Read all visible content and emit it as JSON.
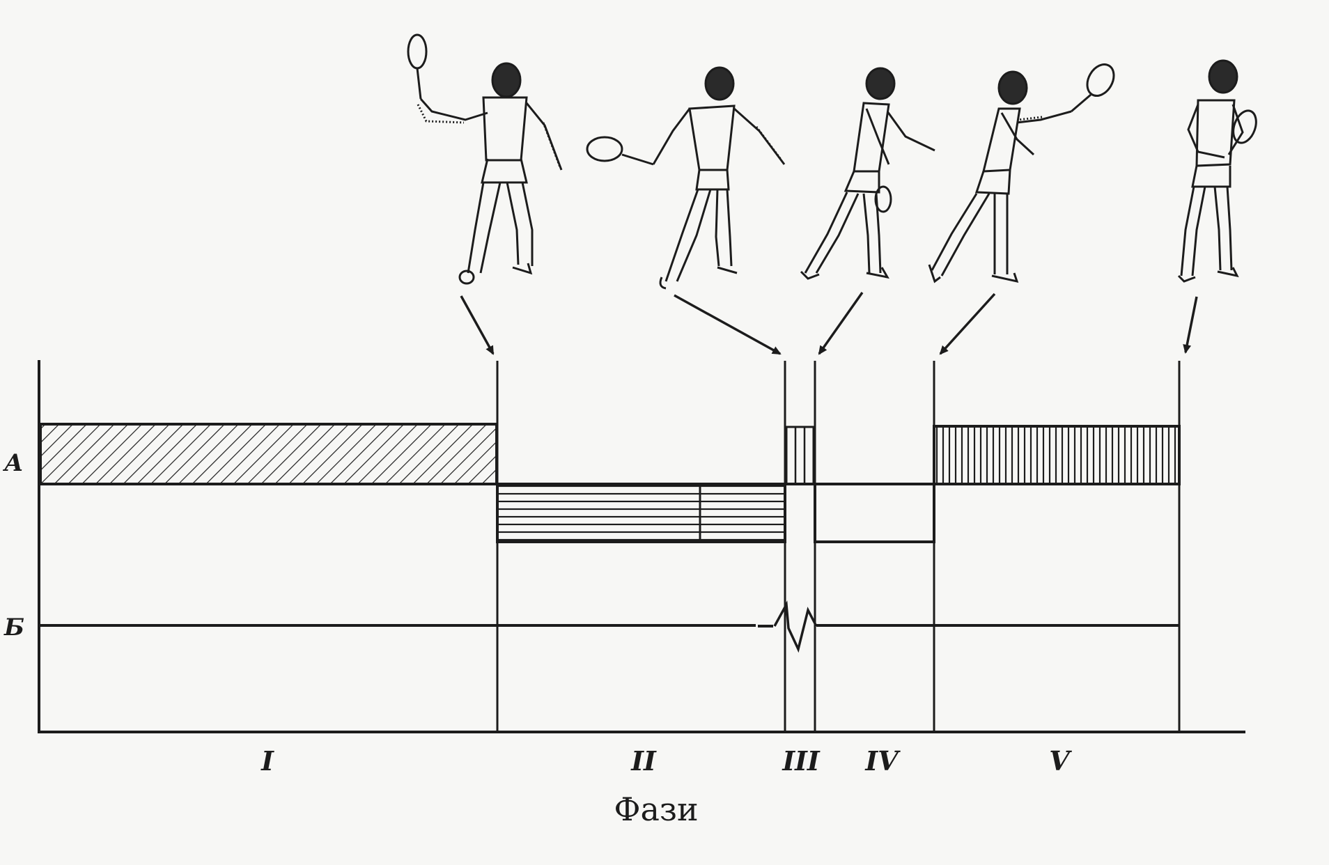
{
  "caption": "Фази",
  "rows": [
    {
      "key": "A",
      "label": "А"
    },
    {
      "key": "B",
      "label": "Б"
    }
  ],
  "phases": [
    {
      "label": "I"
    },
    {
      "label": "II"
    },
    {
      "label": "III"
    },
    {
      "label": "IV"
    },
    {
      "label": "V"
    }
  ],
  "figures": [
    {
      "name": "racket-raised"
    },
    {
      "name": "racket-back-low"
    },
    {
      "name": "hit"
    },
    {
      "name": "follow-through"
    },
    {
      "name": "ready-stance"
    }
  ]
}
